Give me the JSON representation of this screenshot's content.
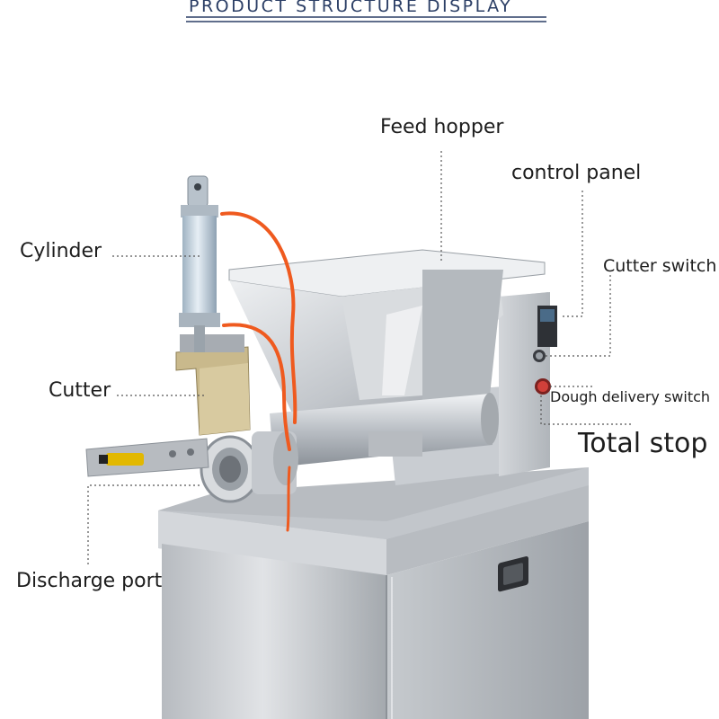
{
  "header": {
    "title": "PRODUCT STRUCTURE DISPLAY"
  },
  "labels": {
    "feed_hopper": "Feed hopper",
    "control_panel": "control panel",
    "cutter_switch": "Cutter switch",
    "cylinder": "Cylinder",
    "cutter": "Cutter",
    "dough_delivery_switch": "Dough delivery switch",
    "total_stop": "Total stop",
    "discharge_port": "Discharge port"
  },
  "colors": {
    "header_text": "#2c3f66",
    "steel": "#c9cdd2",
    "steel_dark": "#8e949b",
    "air_hose": "#ef5a1f",
    "cutter_plate": "#c9b98c",
    "stop_button": "#d0403a",
    "sensor": "#e2b800"
  }
}
